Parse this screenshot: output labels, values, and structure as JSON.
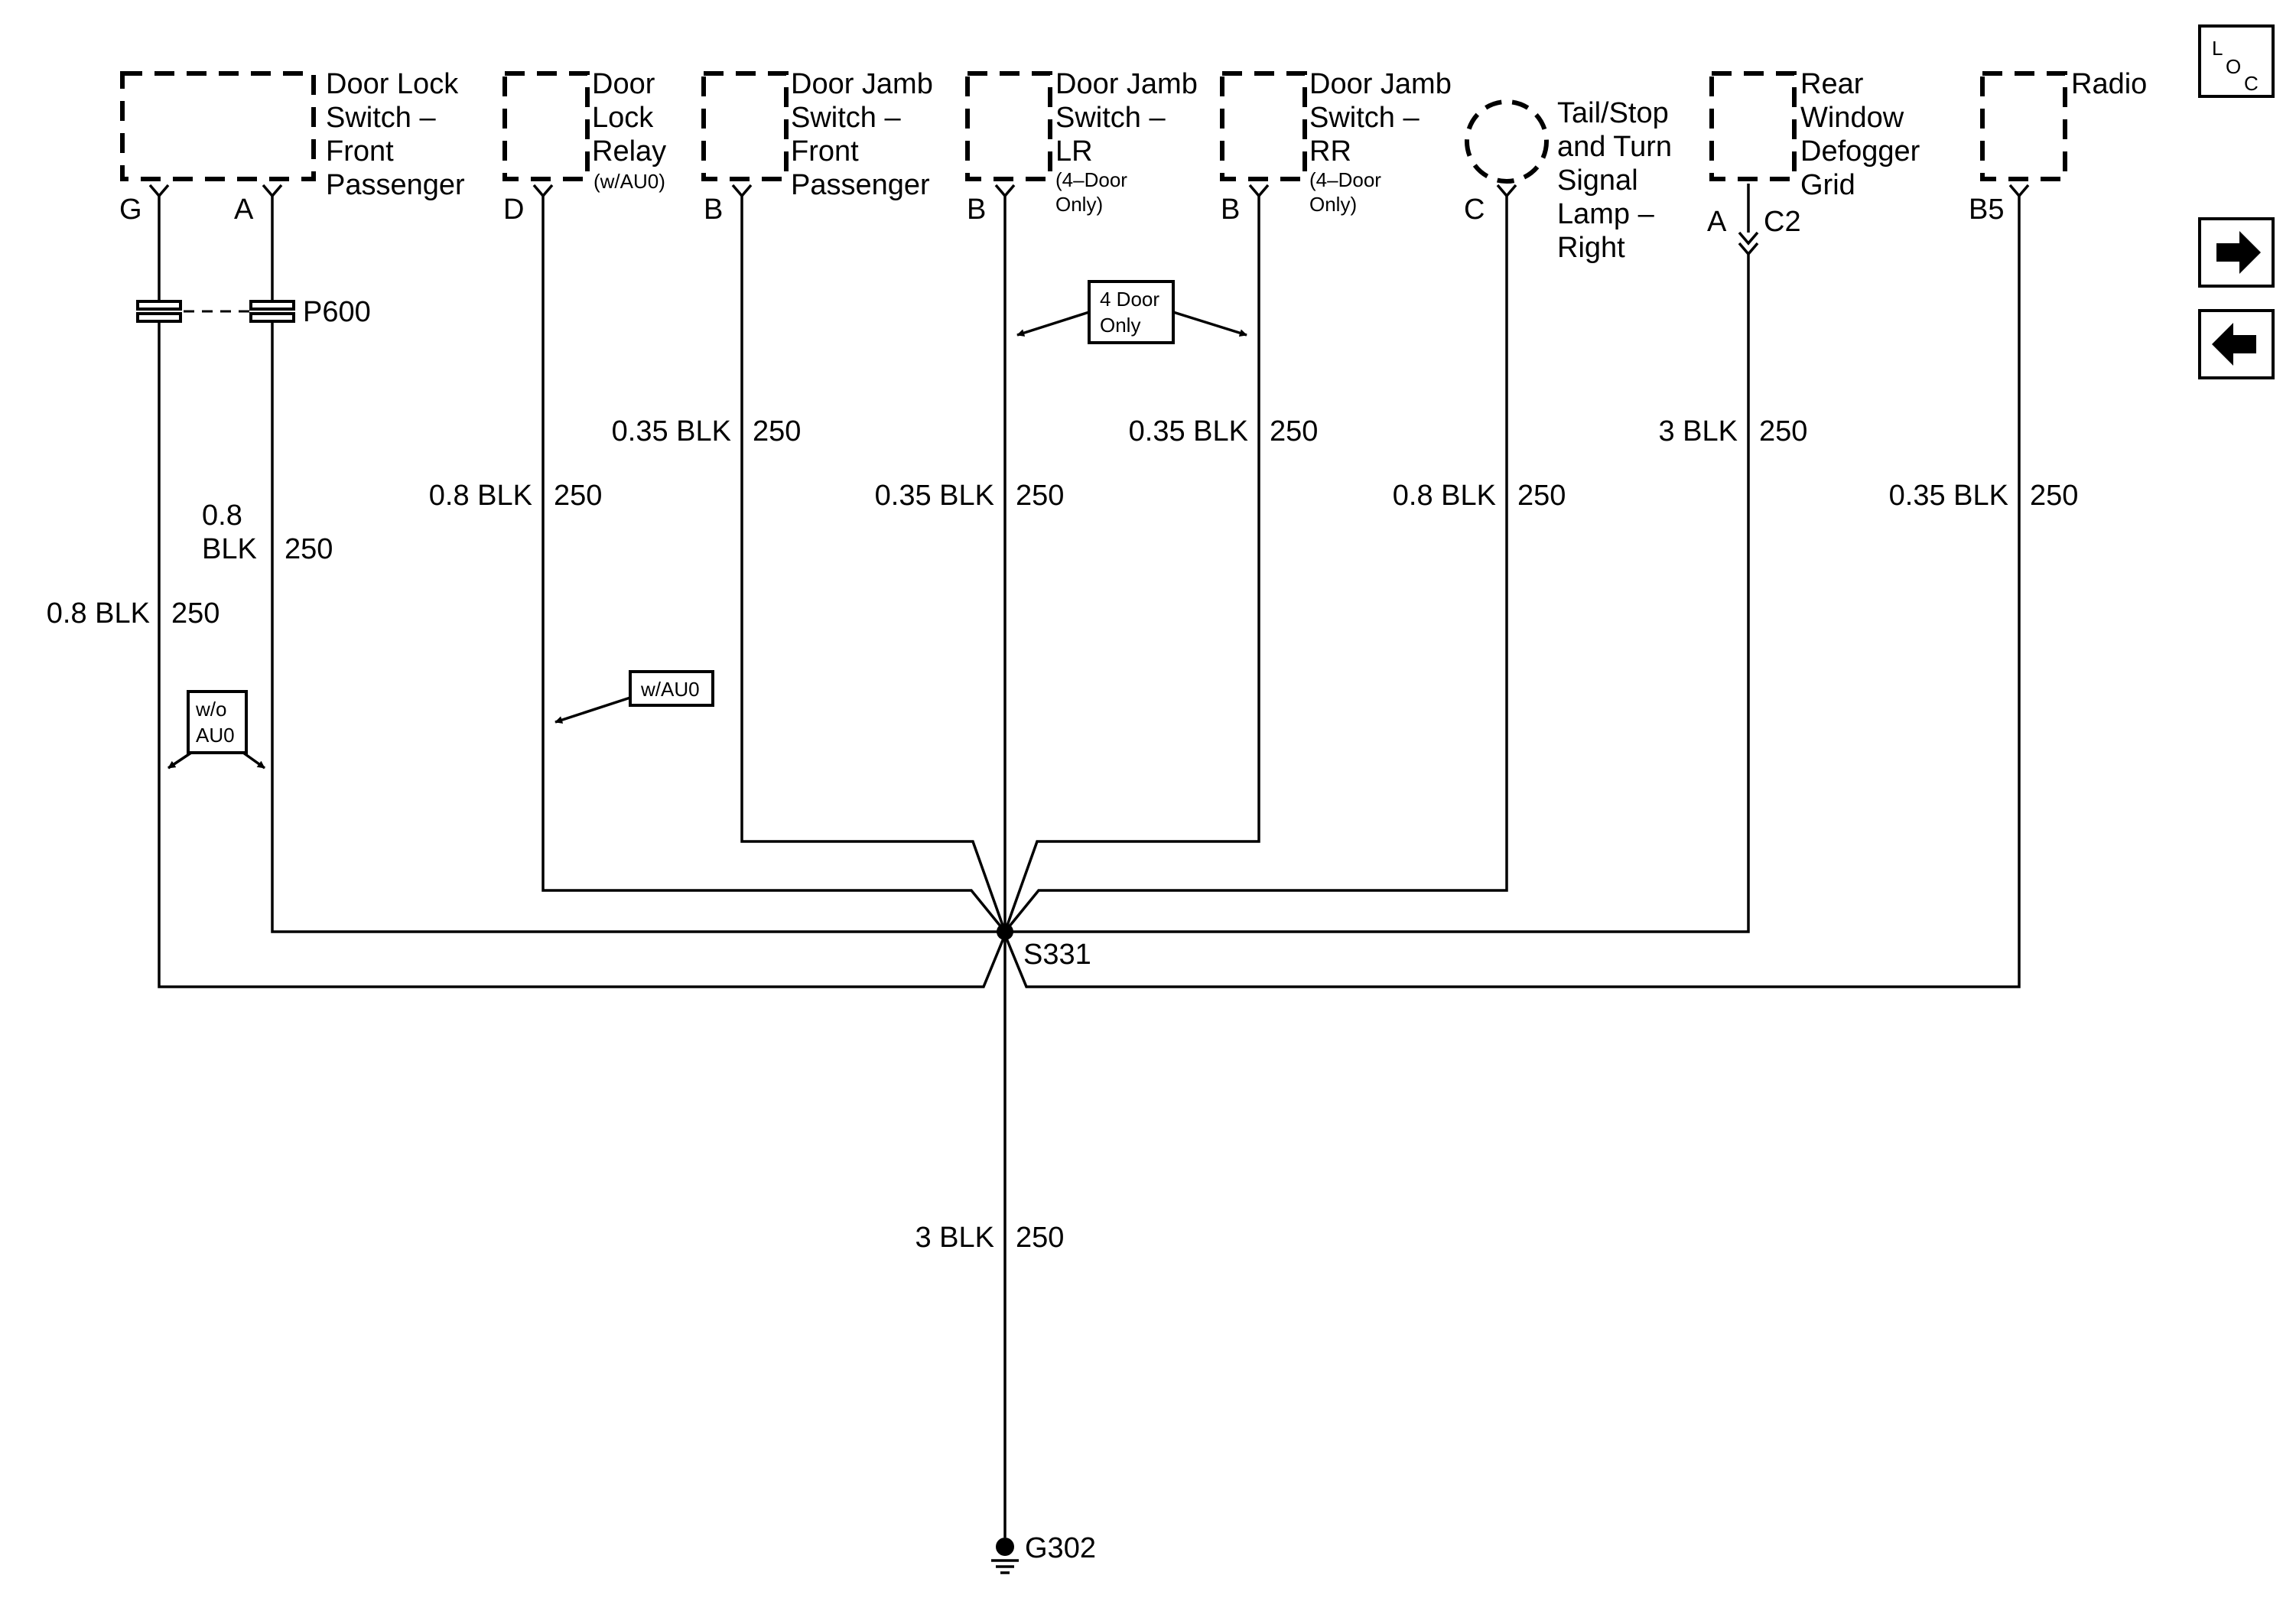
{
  "components": {
    "door_lock_switch_front_passenger": {
      "lines": [
        "Door Lock",
        "Switch –",
        "Front",
        "Passenger"
      ]
    },
    "door_lock_relay": {
      "lines": [
        "Door",
        "Lock",
        "Relay"
      ],
      "note": "(w/AU0)"
    },
    "door_jamb_switch_front_passenger": {
      "lines": [
        "Door Jamb",
        "Switch –",
        "Front",
        "Passenger"
      ]
    },
    "door_jamb_switch_lr": {
      "lines": [
        "Door Jamb",
        "Switch –",
        "LR"
      ],
      "note_lines": [
        "(4–Door",
        "Only)"
      ]
    },
    "door_jamb_switch_rr": {
      "lines": [
        "Door Jamb",
        "Switch –",
        "RR"
      ],
      "note_lines": [
        "(4–Door",
        "Only)"
      ]
    },
    "tail_stop_turn_lamp_right": {
      "lines": [
        "Tail/Stop",
        "and Turn",
        "Signal",
        "Lamp –",
        "Right"
      ]
    },
    "rear_window_defogger_grid": {
      "lines": [
        "Rear",
        "Window",
        "Defogger",
        "Grid"
      ]
    },
    "radio": {
      "lines": [
        "Radio"
      ]
    }
  },
  "pins": {
    "dls_g": "G",
    "dls_a": "A",
    "relay_d": "D",
    "djf_b": "B",
    "djlr_b": "B",
    "djrr_b": "B",
    "tail_c": "C",
    "defog_a": "A",
    "defog_connector": "C2",
    "radio_b5": "B5"
  },
  "connector_p600": "P600",
  "wires": {
    "w_g": {
      "gauge": "0.8 BLK",
      "circuit": "250"
    },
    "w_a": {
      "gauge_lines": [
        "0.8",
        "BLK"
      ],
      "circuit": "250"
    },
    "w_relay": {
      "gauge": "0.8 BLK",
      "circuit": "250"
    },
    "w_djf": {
      "gauge": "0.35 BLK",
      "circuit": "250"
    },
    "w_djlr": {
      "gauge": "0.35 BLK",
      "circuit": "250"
    },
    "w_djrr": {
      "gauge": "0.35 BLK",
      "circuit": "250"
    },
    "w_tail": {
      "gauge": "0.8 BLK",
      "circuit": "250"
    },
    "w_defog": {
      "gauge": "3 BLK",
      "circuit": "250"
    },
    "w_radio": {
      "gauge": "0.35 BLK",
      "circuit": "250"
    },
    "w_ground": {
      "gauge": "3 BLK",
      "circuit": "250"
    }
  },
  "options": {
    "four_door_only": [
      "4 Door",
      "Only"
    ],
    "with_au0": "w/AU0",
    "without_au0": [
      "w/o",
      "AU0"
    ]
  },
  "splice": "S331",
  "ground": "G302",
  "nav": {
    "loc_l": "L",
    "loc_o": "O",
    "loc_c": "C",
    "next_arrow": "→",
    "prev_arrow": "←"
  }
}
